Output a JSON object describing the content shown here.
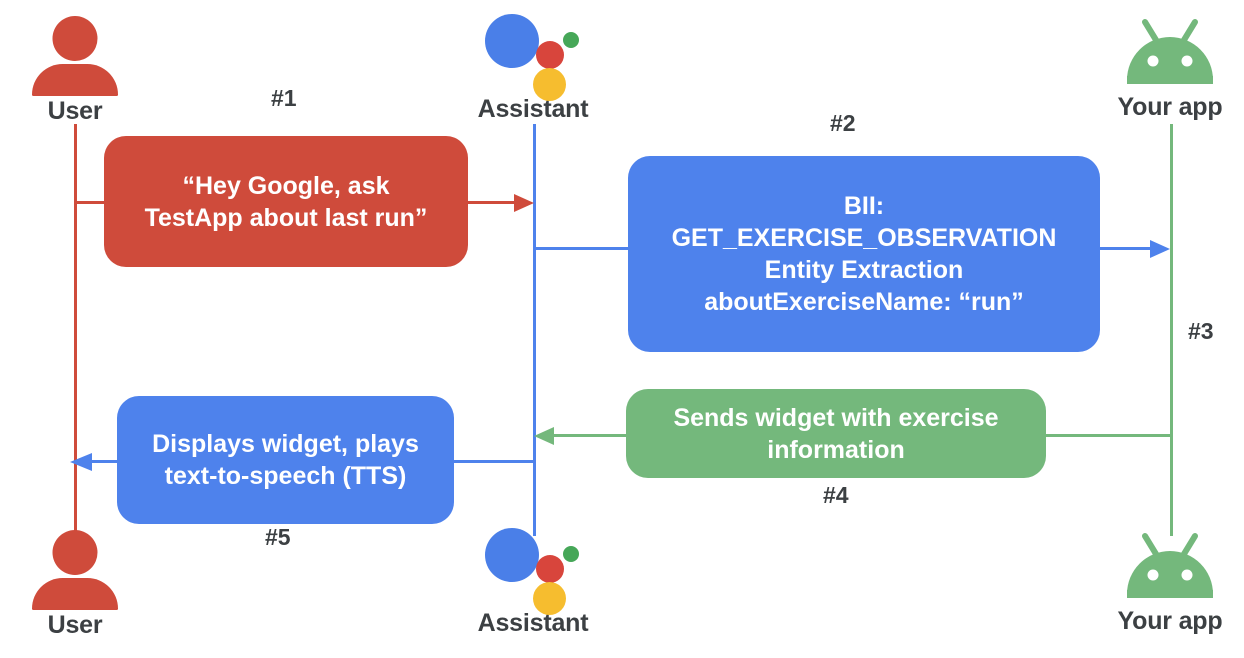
{
  "diagram": {
    "title": "Google Assistant App Actions sequence diagram",
    "colors": {
      "user_red": "#cf4b3b",
      "assistant_blue": "#4e82ec",
      "app_green": "#74b87c",
      "text_dark": "#3c4043",
      "white": "#ffffff"
    }
  },
  "actors": {
    "user_top": {
      "label": "User",
      "icon": "user-icon"
    },
    "assistant_top": {
      "label": "Assistant",
      "icon": "google-assistant-icon"
    },
    "app_top": {
      "label": "Your app",
      "icon": "android-robot-icon"
    },
    "user_bottom": {
      "label": "User",
      "icon": "user-icon"
    },
    "assistant_bottom": {
      "label": "Assistant",
      "icon": "google-assistant-icon"
    },
    "app_bottom": {
      "label": "Your app",
      "icon": "android-robot-icon"
    }
  },
  "steps": [
    {
      "id": "step1",
      "number": "#1"
    },
    {
      "id": "step2",
      "number": "#2"
    },
    {
      "id": "step3",
      "number": "#3"
    },
    {
      "id": "step4",
      "number": "#4"
    },
    {
      "id": "step5",
      "number": "#5"
    }
  ],
  "messages": {
    "m1": {
      "color": "#cf4b3b",
      "lines": [
        "“Hey Google, ask",
        "TestApp about last run”"
      ],
      "line1": "“Hey Google, ask",
      "line2": "TestApp about last run”"
    },
    "m2": {
      "color": "#4e82ec",
      "line1": "BII:",
      "line2": "GET_EXERCISE_OBSERVATION",
      "line3": "Entity Extraction",
      "line4": "aboutExerciseName: “run”"
    },
    "m4": {
      "color": "#74b87c",
      "line1": "Sends widget with exercise",
      "line2": "information"
    },
    "m5": {
      "color": "#4e82ec",
      "line1": "Displays widget, plays",
      "line2": "text-to-speech (TTS)"
    }
  }
}
